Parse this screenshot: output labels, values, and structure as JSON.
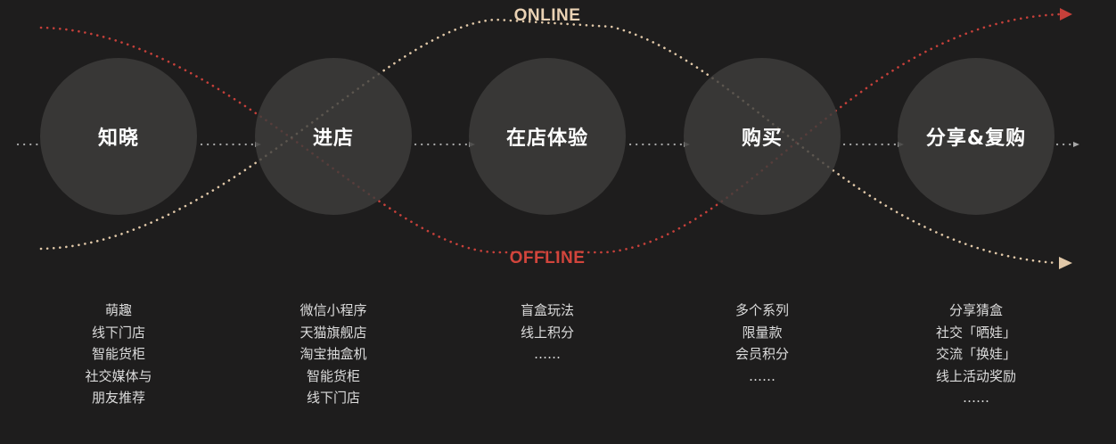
{
  "channels": {
    "online": "ONLINE",
    "offline": "OFFLINE"
  },
  "colors": {
    "background": "#1e1d1d",
    "circle": "#3e3d3c",
    "online": "#e1c8a8",
    "offline": "#c6403a",
    "arrow": "#a8a8a8",
    "text": "#dcdcdc"
  },
  "stages": [
    {
      "label": "知晓",
      "touchpoints": [
        "萌趣",
        "线下门店",
        "智能货柜",
        "社交媒体与",
        "朋友推荐"
      ]
    },
    {
      "label": "进店",
      "touchpoints": [
        "微信小程序",
        "天猫旗舰店",
        "淘宝抽盒机",
        "智能货柜",
        "线下门店"
      ]
    },
    {
      "label": "在店体验",
      "touchpoints": [
        "盲盒玩法",
        "线上积分",
        "……"
      ]
    },
    {
      "label": "购买",
      "touchpoints": [
        "多个系列",
        "限量款",
        "会员积分",
        "……"
      ]
    },
    {
      "label": "分享&复购",
      "touchpoints": [
        "分享猜盒",
        "社交「晒娃」",
        "交流「换娃」",
        "线上活动奖励",
        "……"
      ]
    }
  ]
}
